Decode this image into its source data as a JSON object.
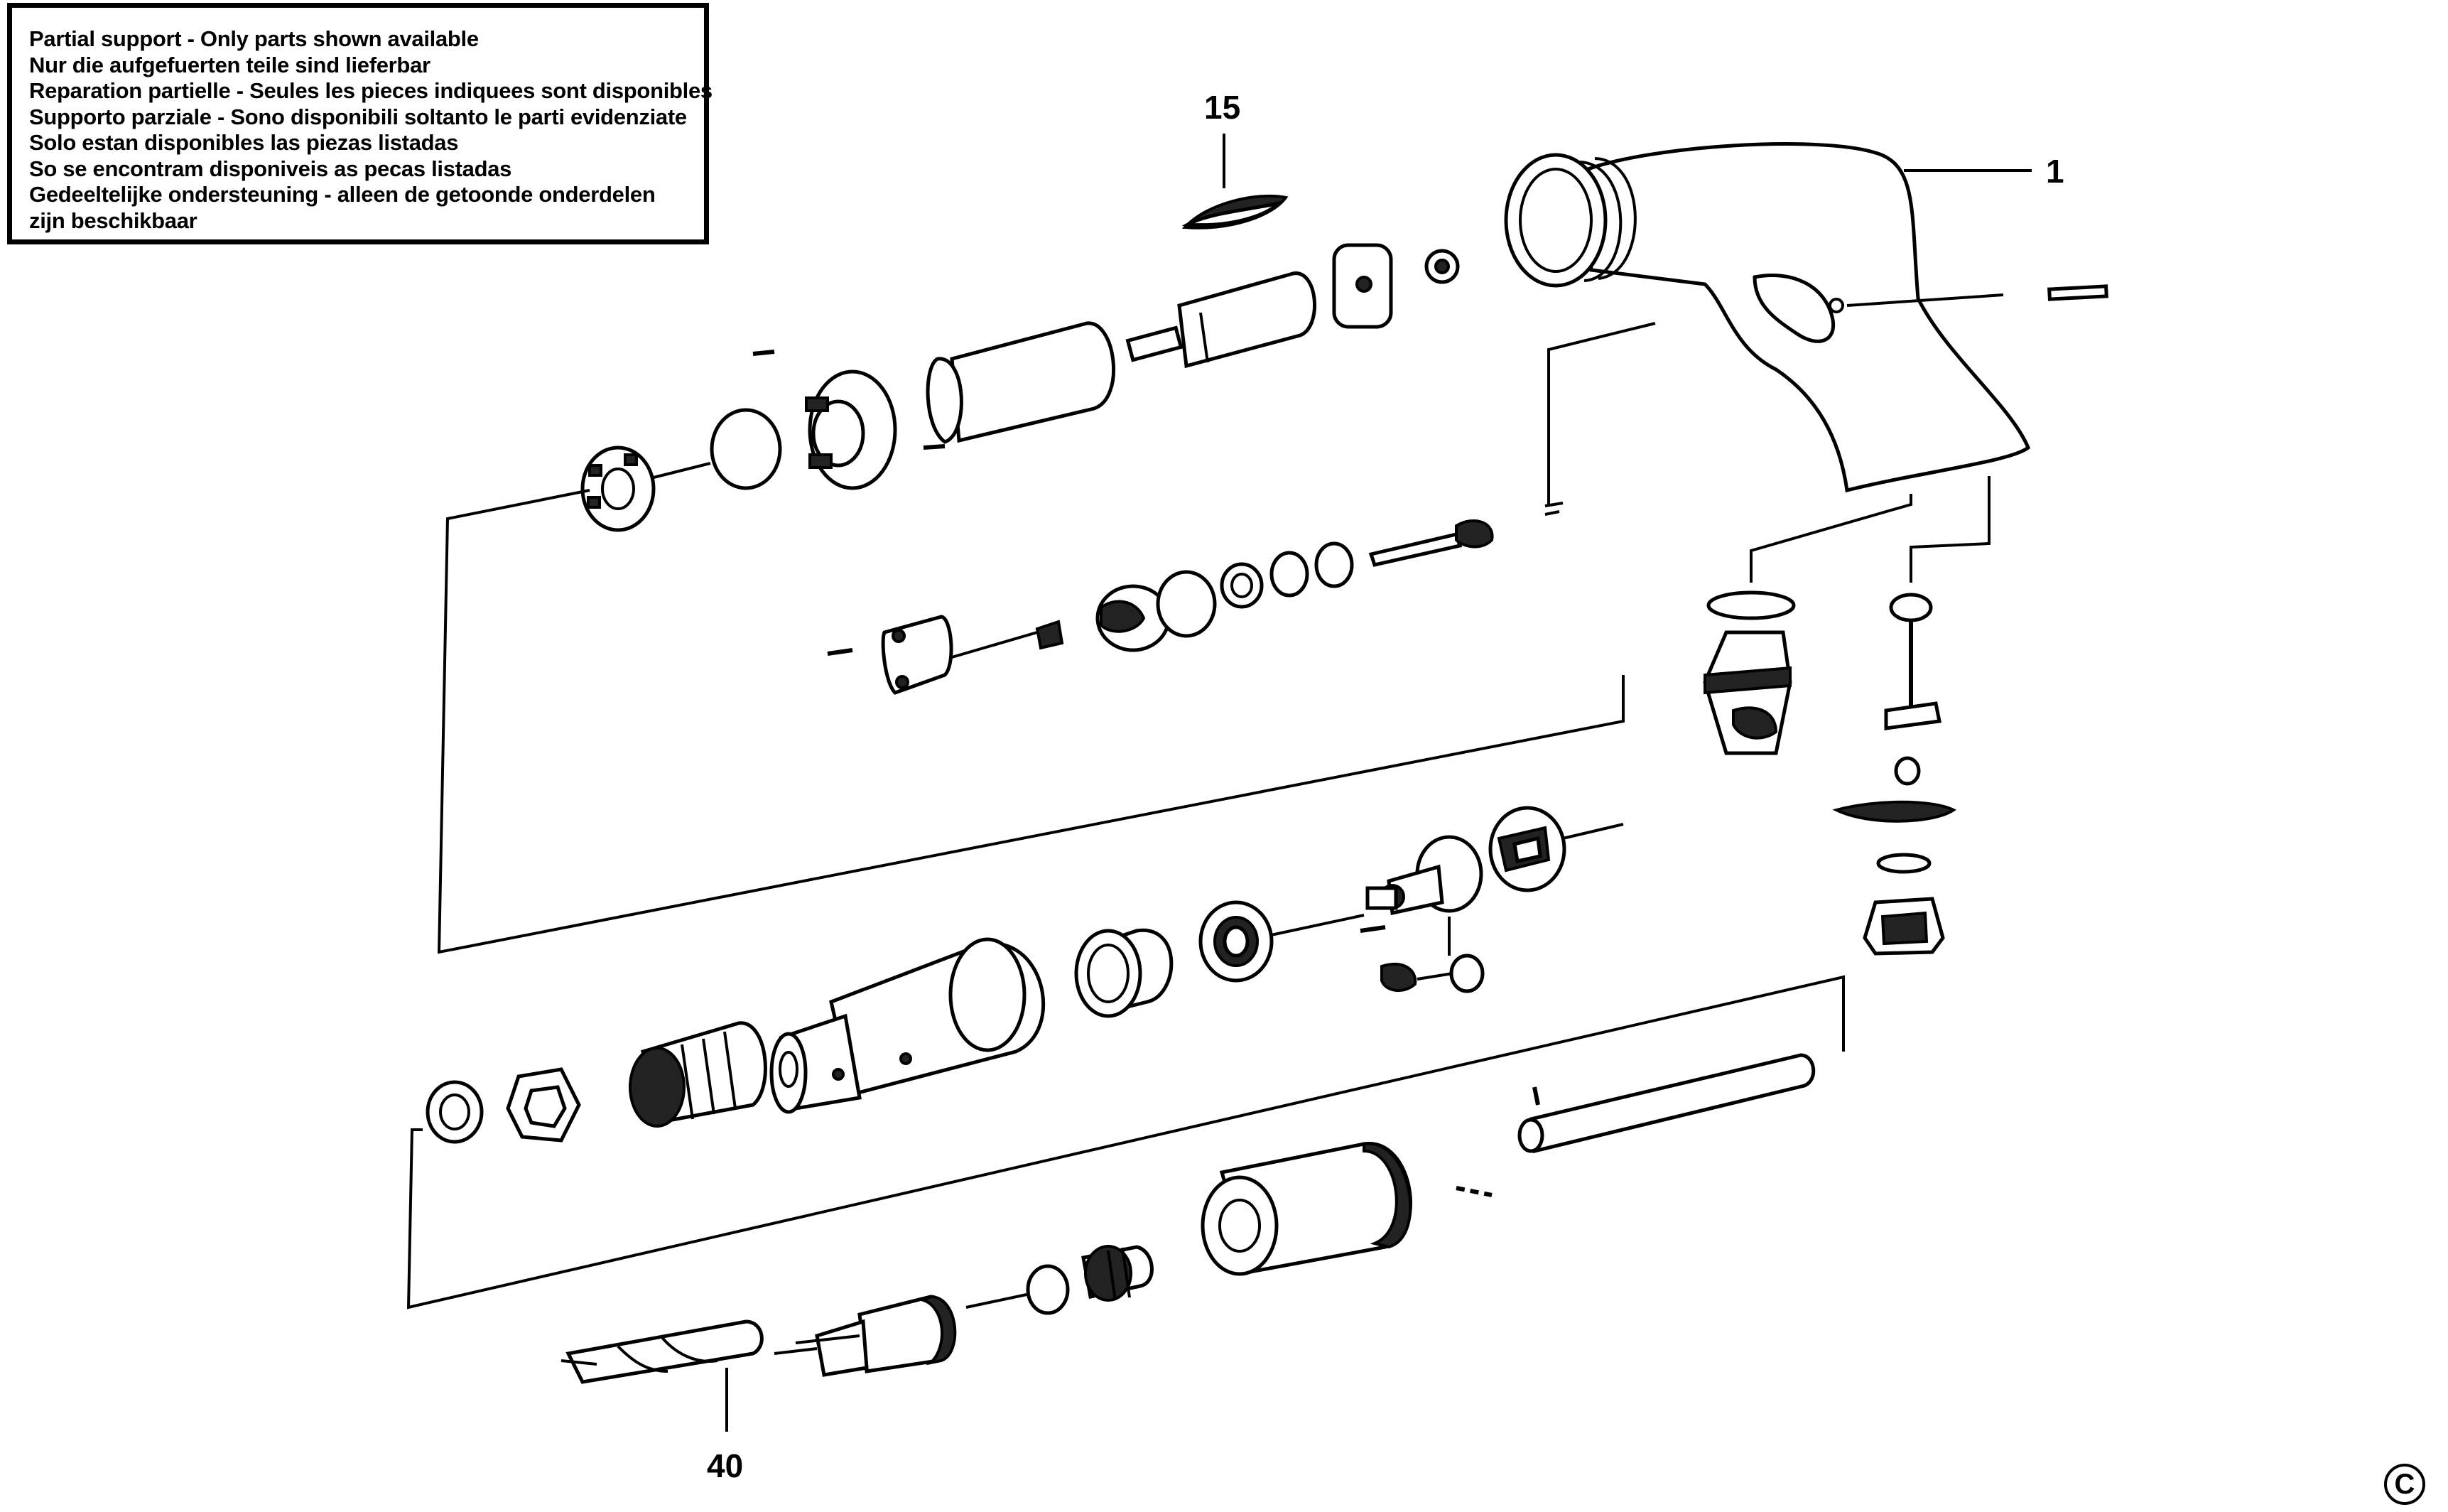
{
  "notice": {
    "lines": [
      "Partial support - Only parts shown available",
      "Nur die aufgefuerten teile sind lieferbar",
      "Reparation partielle - Seules les pieces indiquees sont disponibles",
      "Supporto parziale - Sono disponibili soltanto le parti evidenziate",
      "Solo estan disponibles las piezas listadas",
      "So se encontram disponiveis as pecas listadas",
      "Gedeeltelijke ondersteuning - alleen de getoonde onderdelen",
      "zijn beschikbaar"
    ]
  },
  "callouts": {
    "part_15": "15",
    "part_1": "1",
    "part_40": "40"
  },
  "copyright_symbol": "C"
}
